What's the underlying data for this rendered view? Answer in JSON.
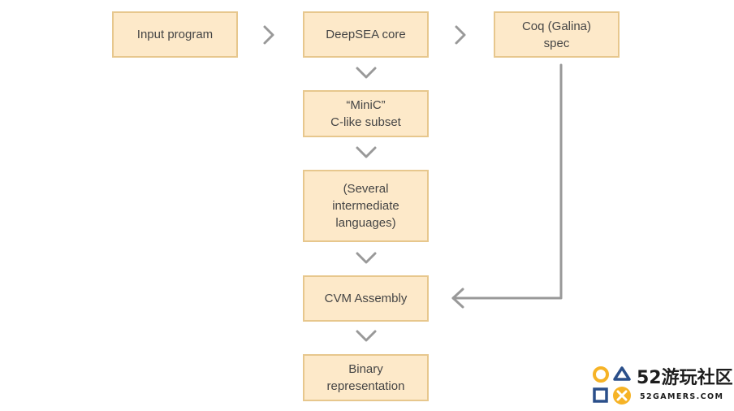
{
  "diagram": {
    "nodes": {
      "input_program": {
        "lines": [
          "Input program"
        ]
      },
      "deepsea_core": {
        "lines": [
          "DeepSEA core"
        ]
      },
      "coq_spec": {
        "lines": [
          "Coq (Galina)",
          "spec"
        ]
      },
      "minic": {
        "lines": [
          "“MiniC”",
          "C-like subset"
        ]
      },
      "intermediate": {
        "lines": [
          "(Several",
          "intermediate",
          "languages)"
        ]
      },
      "cvm_assembly": {
        "lines": [
          "CVM Assembly"
        ]
      },
      "binary": {
        "lines": [
          "Binary",
          "representation"
        ]
      }
    },
    "edges": [
      {
        "from": "Input program",
        "to": "DeepSEA core"
      },
      {
        "from": "DeepSEA core",
        "to": "Coq (Galina) spec"
      },
      {
        "from": "DeepSEA core",
        "to": "“MiniC” C-like subset"
      },
      {
        "from": "“MiniC” C-like subset",
        "to": "(Several intermediate languages)"
      },
      {
        "from": "(Several intermediate languages)",
        "to": "CVM Assembly"
      },
      {
        "from": "Coq (Galina) spec",
        "to": "CVM Assembly"
      },
      {
        "from": "CVM Assembly",
        "to": "Binary representation"
      }
    ]
  },
  "watermark": {
    "logo_text": "52游玩社区",
    "url": "52GAMERS.COM",
    "colors": {
      "yellow": "#f6b326",
      "blue": "#2a4f8a",
      "text": "#1d1d1d"
    }
  },
  "colors": {
    "box_fill": "#fde9c9",
    "box_border": "#e7c78d",
    "arrow": "#999999",
    "text": "#454545"
  }
}
